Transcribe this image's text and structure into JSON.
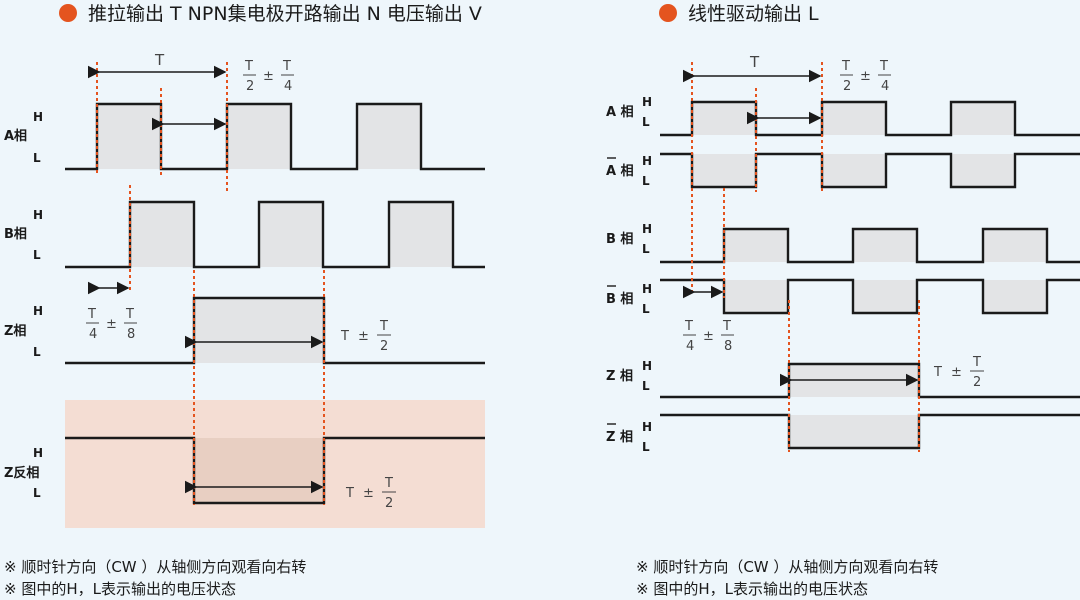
{
  "colors": {
    "accent": "#e4541f",
    "background": "#eef6fb",
    "pulse_fill": "#e3e4e6",
    "highlight": "#f4ddd3"
  },
  "left": {
    "title": "推拉输出 T NPN集电极开路输出 N  电压输出 V",
    "phases": [
      "A相",
      "B相",
      "Z相",
      "Z反相"
    ],
    "high": "H",
    "low": "L",
    "period": "T",
    "tolerance_a": {
      "num1": "T",
      "den1": "2",
      "pm": "±",
      "num2": "T",
      "den2": "4"
    },
    "tolerance_b": {
      "num1": "T",
      "den1": "4",
      "pm": "±",
      "num2": "T",
      "den2": "8"
    },
    "tolerance_z": {
      "t": "T",
      "pm": "±",
      "num": "T",
      "den": "2"
    },
    "tolerance_zr": {
      "t": "T",
      "pm": "±",
      "num": "T",
      "den": "2"
    }
  },
  "right": {
    "title": "线性驱动输出 L",
    "phases": [
      "A 相",
      "A 相",
      "B 相",
      "B 相",
      "Z 相",
      "Z 相"
    ],
    "high": "H",
    "low": "L",
    "period": "T",
    "tolerance_a": {
      "num1": "T",
      "den1": "2",
      "pm": "±",
      "num2": "T",
      "den2": "4"
    },
    "tolerance_b": {
      "num1": "T",
      "den1": "4",
      "pm": "±",
      "num2": "T",
      "den2": "8"
    },
    "tolerance_z": {
      "t": "T",
      "pm": "±",
      "num": "T",
      "den": "2"
    }
  },
  "notes": {
    "rotation": "※ 顺时针方向（CW ）从轴侧方向观看向右转",
    "hl_state": "※ 图中的H，L表示输出的电压状态"
  }
}
